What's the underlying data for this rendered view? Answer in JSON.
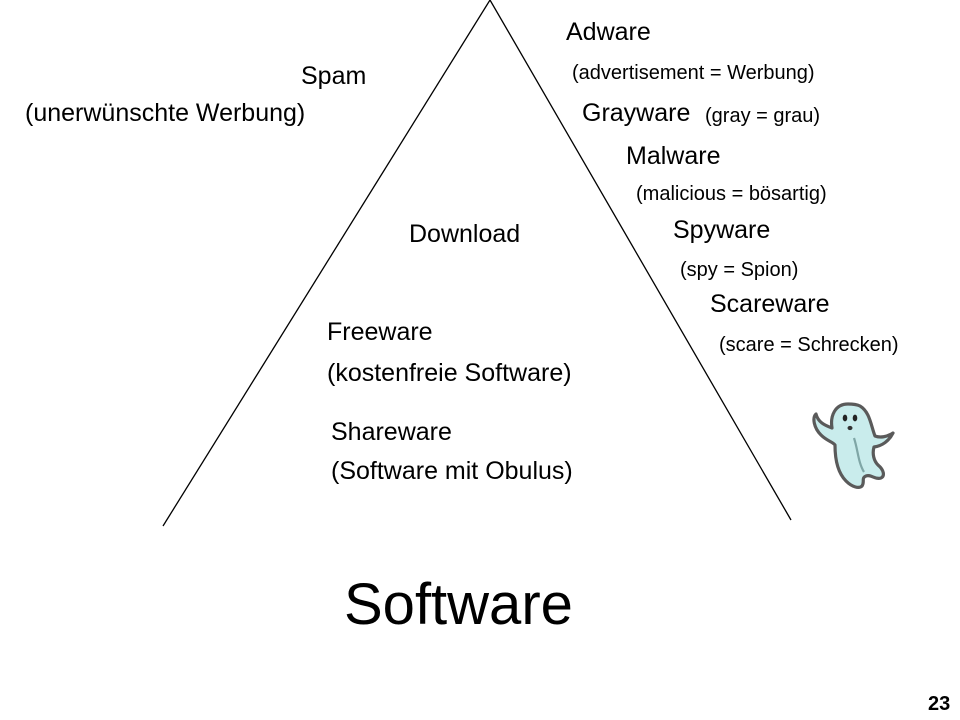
{
  "diagram": {
    "title": "Software",
    "left_side": {
      "spam_title": "Spam",
      "spam_note": "(unerwünschte Werbung)"
    },
    "inside": {
      "download": "Download",
      "freeware_title": "Freeware",
      "freeware_note": "(kostenfreie Software)",
      "shareware_title": "Shareware",
      "shareware_note": "(Software mit Obulus)"
    },
    "right_side": {
      "adware_title": "Adware",
      "adware_note": "(advertisement = Werbung)",
      "grayware_title": "Grayware",
      "grayware_note": "(gray  = grau)",
      "malware_title": "Malware",
      "malware_note": "(malicious = bösartig)",
      "spyware_title": "Spyware",
      "spyware_note": "(spy = Spion)",
      "scareware_title": "Scareware",
      "scareware_note": "(scare = Schrecken)"
    },
    "illustration": "ghost-icon",
    "colors": {
      "line": "#000000",
      "ghost_fill": "#c9ecec",
      "ghost_outline": "#5a5a5a"
    }
  },
  "footer": {
    "page_number": "23"
  }
}
